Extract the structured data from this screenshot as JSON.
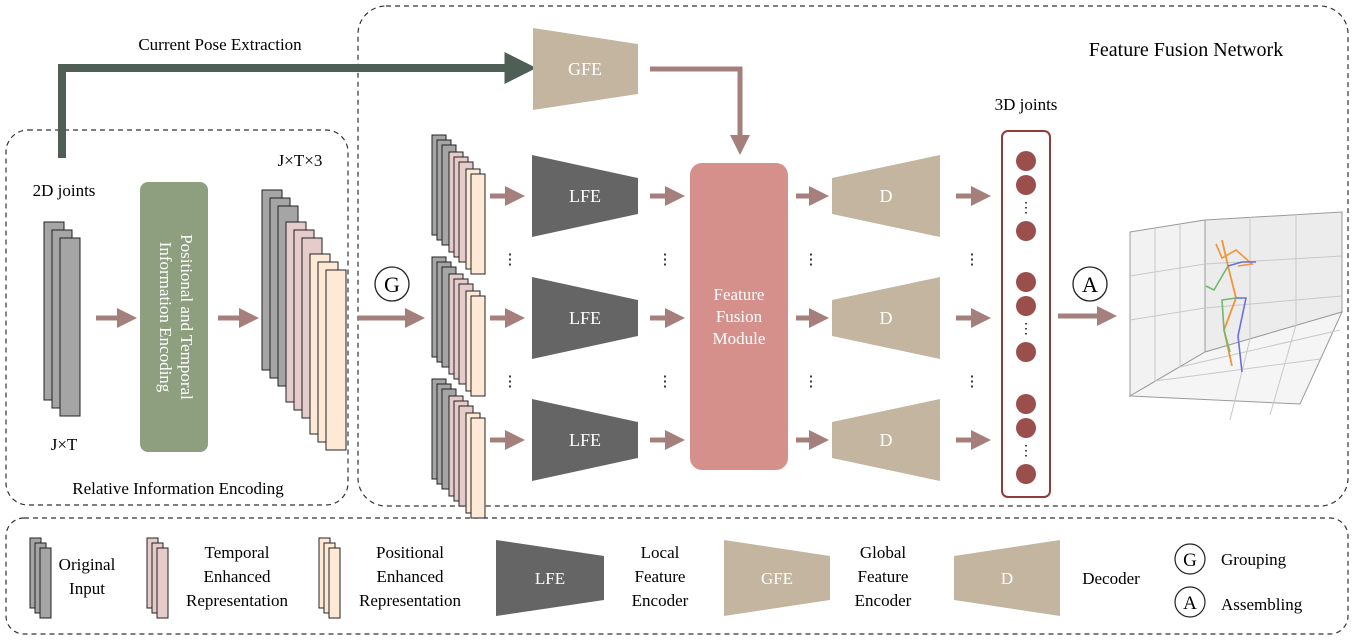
{
  "labels": {
    "current_pose_extraction": "Current Pose Extraction",
    "feature_fusion_network": "Feature Fusion Network",
    "gfe": "GFE",
    "lfe": "LFE",
    "d": "D",
    "joints_3d": "3D joints",
    "joints_2d": "2D joints",
    "jxt": "J×T",
    "jxtx3": "J×T×3",
    "pe_line1": "Positional and Temporal",
    "pe_line2": "Information Encoding",
    "rel_info": "Relative Information Encoding",
    "ffm_line1": "Feature",
    "ffm_line2": "Fusion",
    "ffm_line3": "Module",
    "group_symbol": "G",
    "assemble_symbol": "A",
    "vdots": "⋮"
  },
  "legend": {
    "original": [
      "Original",
      "Input"
    ],
    "temporal": [
      "Temporal",
      "Enhanced",
      "Representation"
    ],
    "positional": [
      "Positional",
      "Enhanced",
      "Representation"
    ],
    "lfe_box": "LFE",
    "lfe_text": [
      "Local",
      "Feature",
      "Encoder"
    ],
    "gfe_box": "GFE",
    "gfe_text": [
      "Global",
      "Feature",
      "Encoder"
    ],
    "d_box": "D",
    "d_text": "Decoder",
    "g_symbol": "G",
    "g_text": "Grouping",
    "a_symbol": "A",
    "a_text": "Assembling"
  },
  "colors": {
    "arrow": "#a57f7c",
    "pose_arrow": "#4f5f56",
    "lfe": "#656565",
    "gfe_d": "#c3b59f",
    "ffm": "#d6908c",
    "pe_box": "#8e9f80",
    "joint": "#9b4f4d",
    "gray_sheet": "#a5a5a5",
    "pink_sheet": "#e5cbca",
    "cream_sheet": "#fde9d5"
  }
}
